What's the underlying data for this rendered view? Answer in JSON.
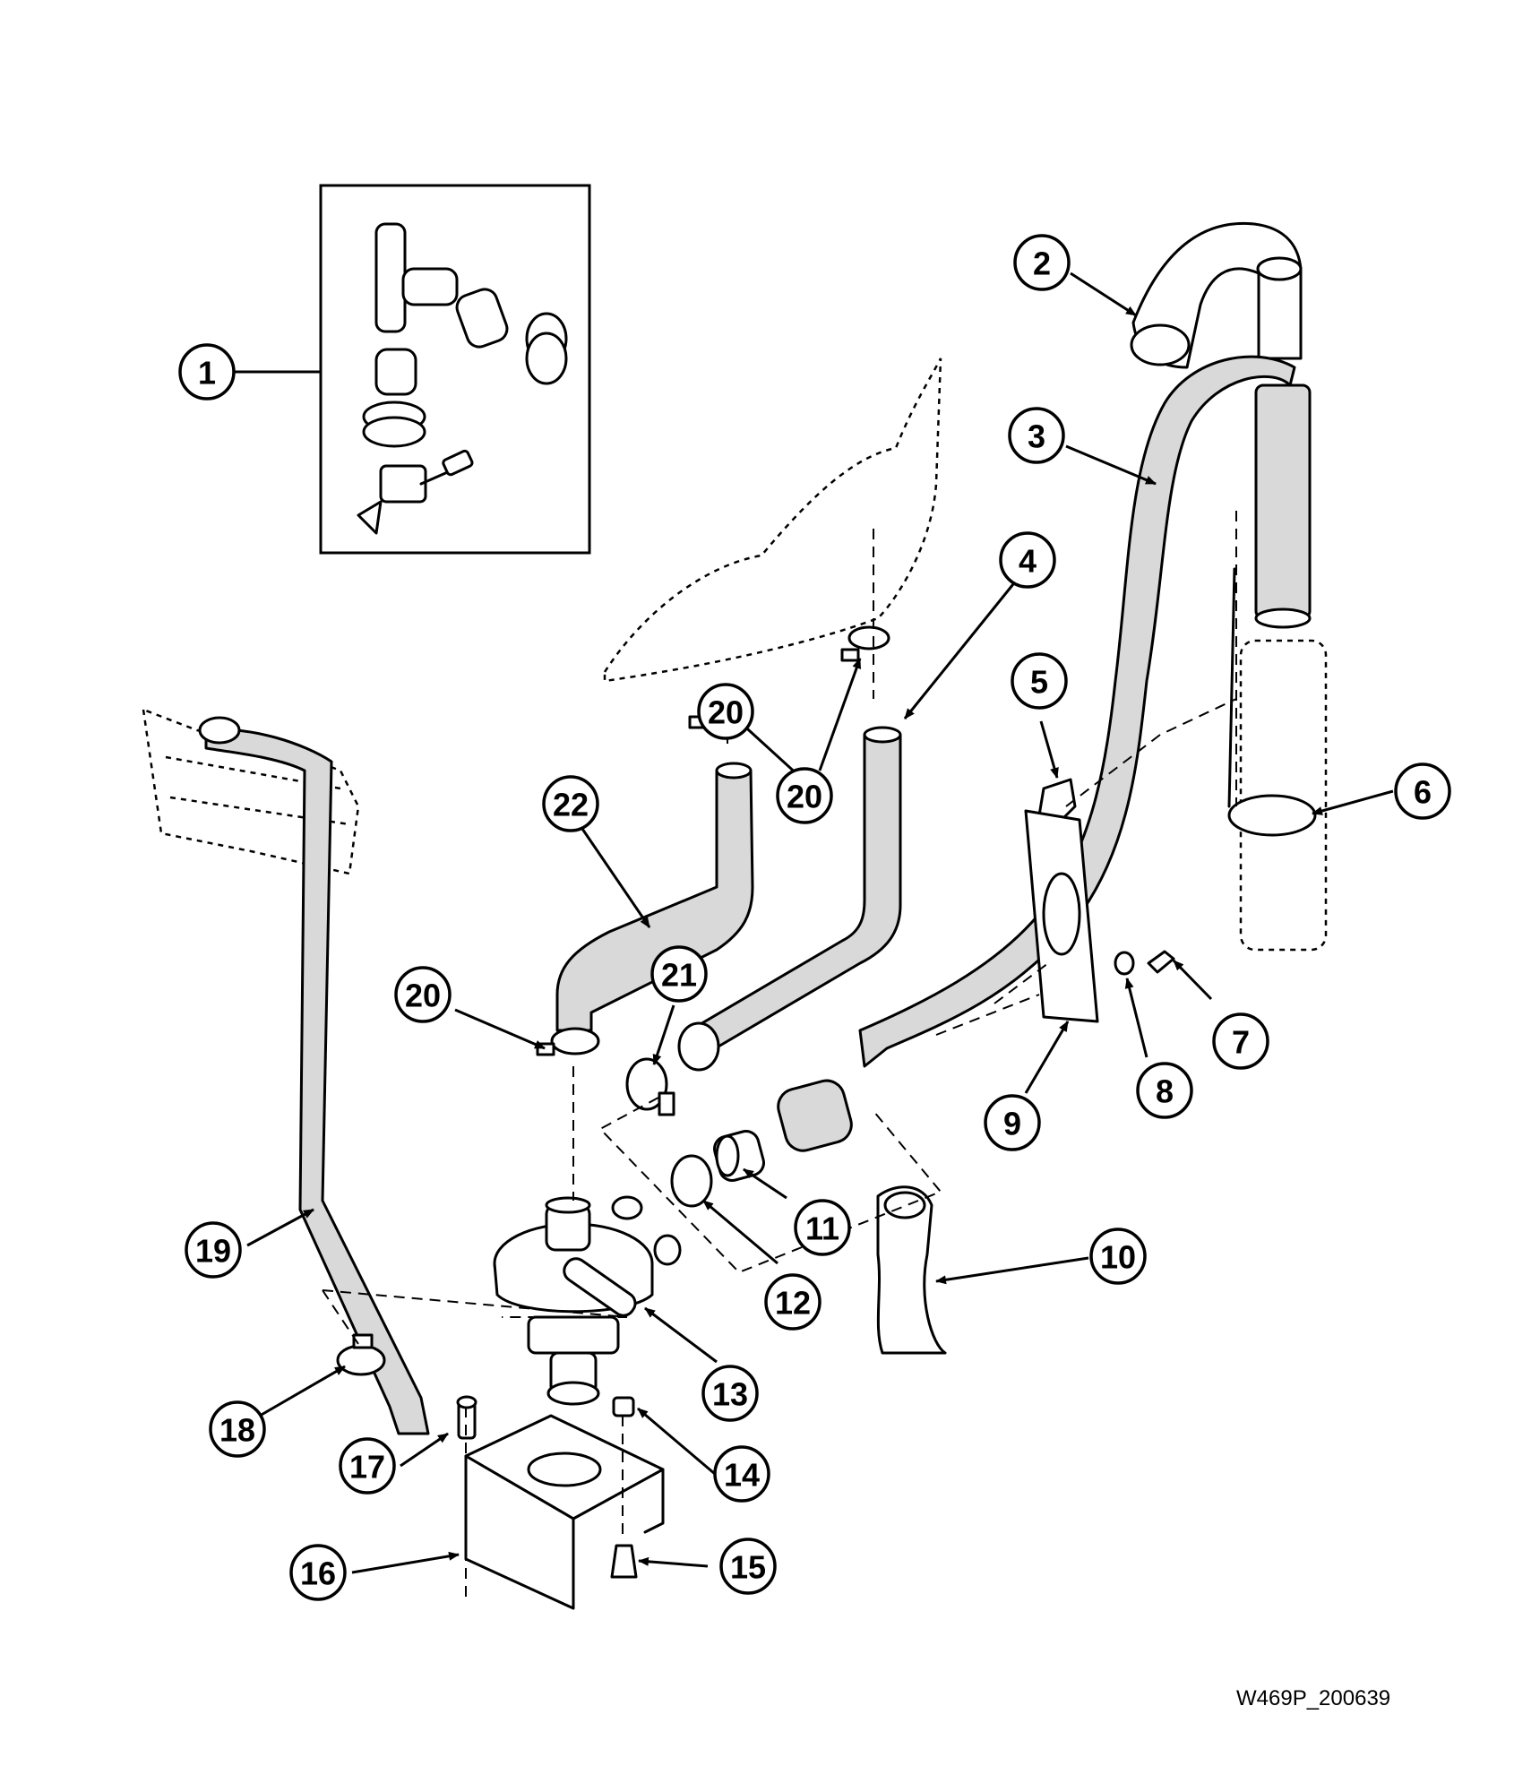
{
  "diagram": {
    "drawing_code": "W469P_200639",
    "callouts": [
      {
        "label": "1"
      },
      {
        "label": "2"
      },
      {
        "label": "3"
      },
      {
        "label": "4"
      },
      {
        "label": "5"
      },
      {
        "label": "6"
      },
      {
        "label": "7"
      },
      {
        "label": "8"
      },
      {
        "label": "9"
      },
      {
        "label": "10"
      },
      {
        "label": "11"
      },
      {
        "label": "12"
      },
      {
        "label": "13"
      },
      {
        "label": "14"
      },
      {
        "label": "15"
      },
      {
        "label": "16"
      },
      {
        "label": "17"
      },
      {
        "label": "18"
      },
      {
        "label": "19"
      },
      {
        "label": "20"
      },
      {
        "label": "20"
      },
      {
        "label": "20"
      },
      {
        "label": "21"
      },
      {
        "label": "22"
      }
    ]
  }
}
